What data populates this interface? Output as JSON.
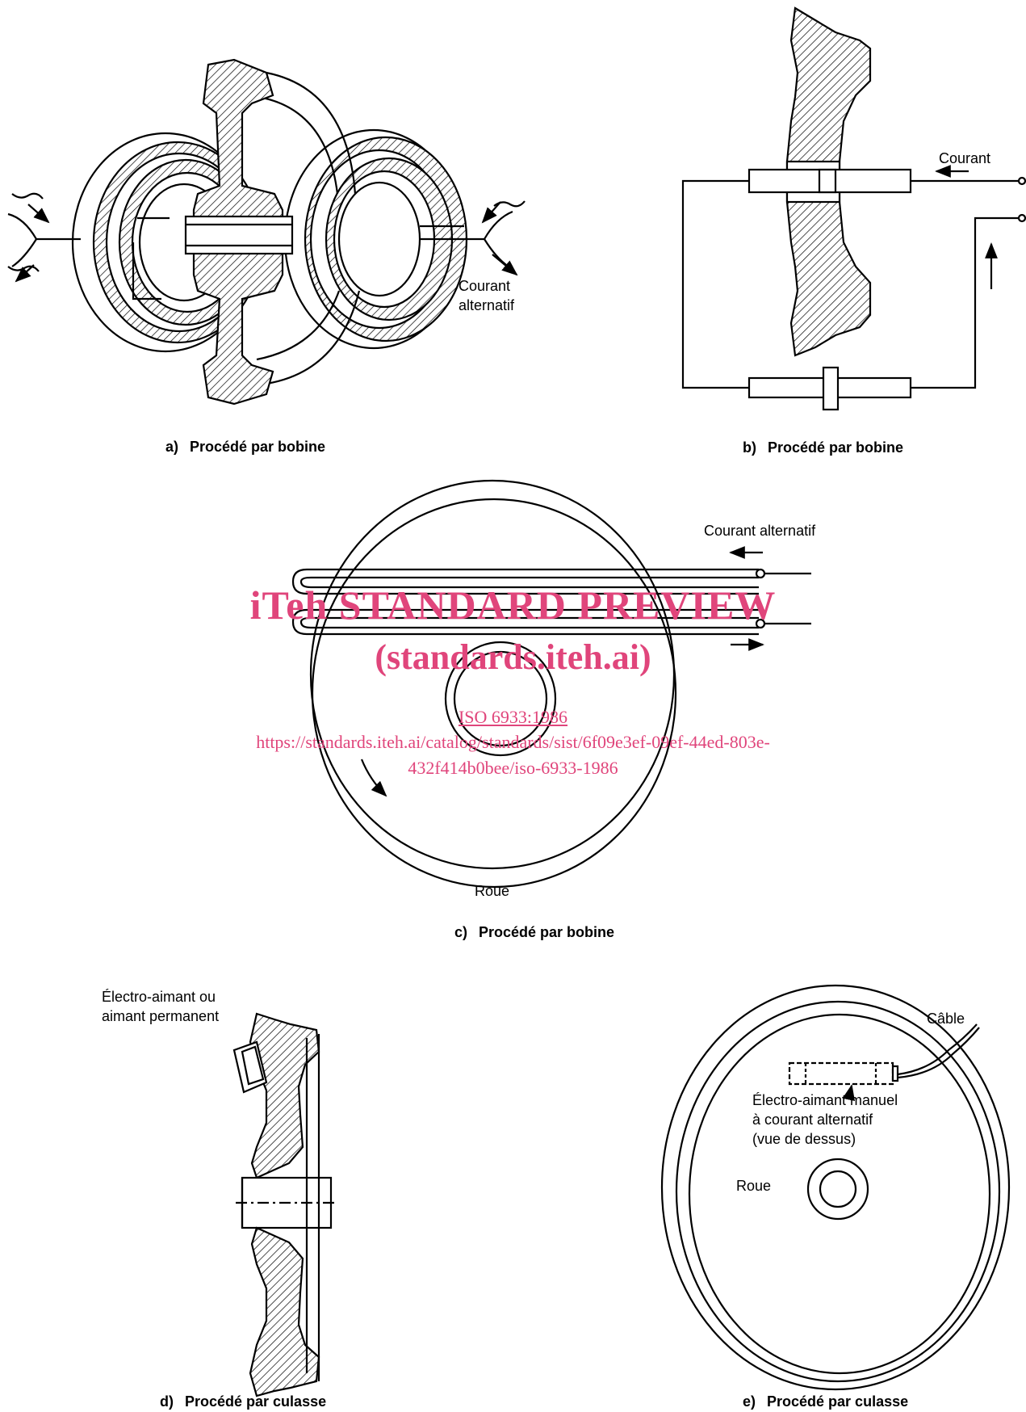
{
  "figure_a": {
    "caption_letter": "a)",
    "caption": "Procédé par bobine",
    "label_current": "Courant\nalternatif"
  },
  "figure_b": {
    "caption_letter": "b)",
    "caption": "Procédé par bobine",
    "label_current": "Courant"
  },
  "figure_c": {
    "caption_letter": "c)",
    "caption": "Procédé par bobine",
    "label_current": "Courant alternatif",
    "label_wheel": "Roue"
  },
  "figure_d": {
    "caption_letter": "d)",
    "caption": "Procédé par culasse",
    "label_magnet": "Électro-aimant ou\naimant permanent"
  },
  "figure_e": {
    "caption_letter": "e)",
    "caption": "Procédé par culasse",
    "label_cable": "Câble",
    "label_magnet": "Électro-aimant manuel\nà courant alternatif\n(vue de dessus)",
    "label_wheel": "Roue"
  },
  "watermark": {
    "title": "iTeh STANDARD PREVIEW",
    "subtitle": "(standards.iteh.ai)",
    "iso": "ISO 6933:1986",
    "url_line1": "https://standards.iteh.ai/catalog/standards/sist/6f09e3ef-09ef-44ed-803e-",
    "url_line2": "432f414b0bee/iso-6933-1986"
  },
  "colors": {
    "ink": "#000000",
    "watermark": "#e0457b"
  }
}
